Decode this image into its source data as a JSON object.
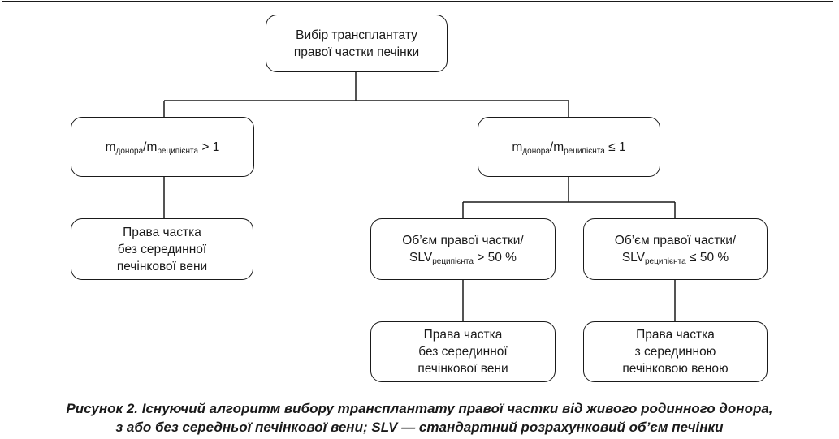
{
  "diagram": {
    "root": {
      "line1": "Вибір трансплантату",
      "line2": "правої частки печінки"
    },
    "left_condition": {
      "m": "m",
      "sub1": "донора",
      "slash": "/m",
      "sub2": "реципієнта",
      "rel": " > 1"
    },
    "right_condition": {
      "m": "m",
      "sub1": "донора",
      "slash": "/m",
      "sub2": "реципієнта",
      "rel": " ≤ 1"
    },
    "left_result": {
      "line1": "Права частка",
      "line2": "без серединної",
      "line3": "печінкової вени"
    },
    "volume_gt": {
      "line1": "Об’єм правої частки/",
      "pre": "SLV",
      "sub": "реципієнта",
      "rel": " > 50 %"
    },
    "volume_le": {
      "line1": "Об’єм правої частки/",
      "pre": "SLV",
      "sub": "реципієнта",
      "rel": " ≤ 50 %"
    },
    "result_gt": {
      "line1": "Права частка",
      "line2": "без серединної",
      "line3": "печінкової вени"
    },
    "result_le": {
      "line1": "Права частка",
      "line2": "з серединною",
      "line3": "печінковою веною"
    }
  },
  "caption": {
    "line1": "Рисунок 2. Існуючий алгоритм вибору трансплантату правої частки від живого родинного донора,",
    "line2": "з або без середньої печінкової вени; SLV — стандартний розрахунковий об’єм печінки"
  }
}
